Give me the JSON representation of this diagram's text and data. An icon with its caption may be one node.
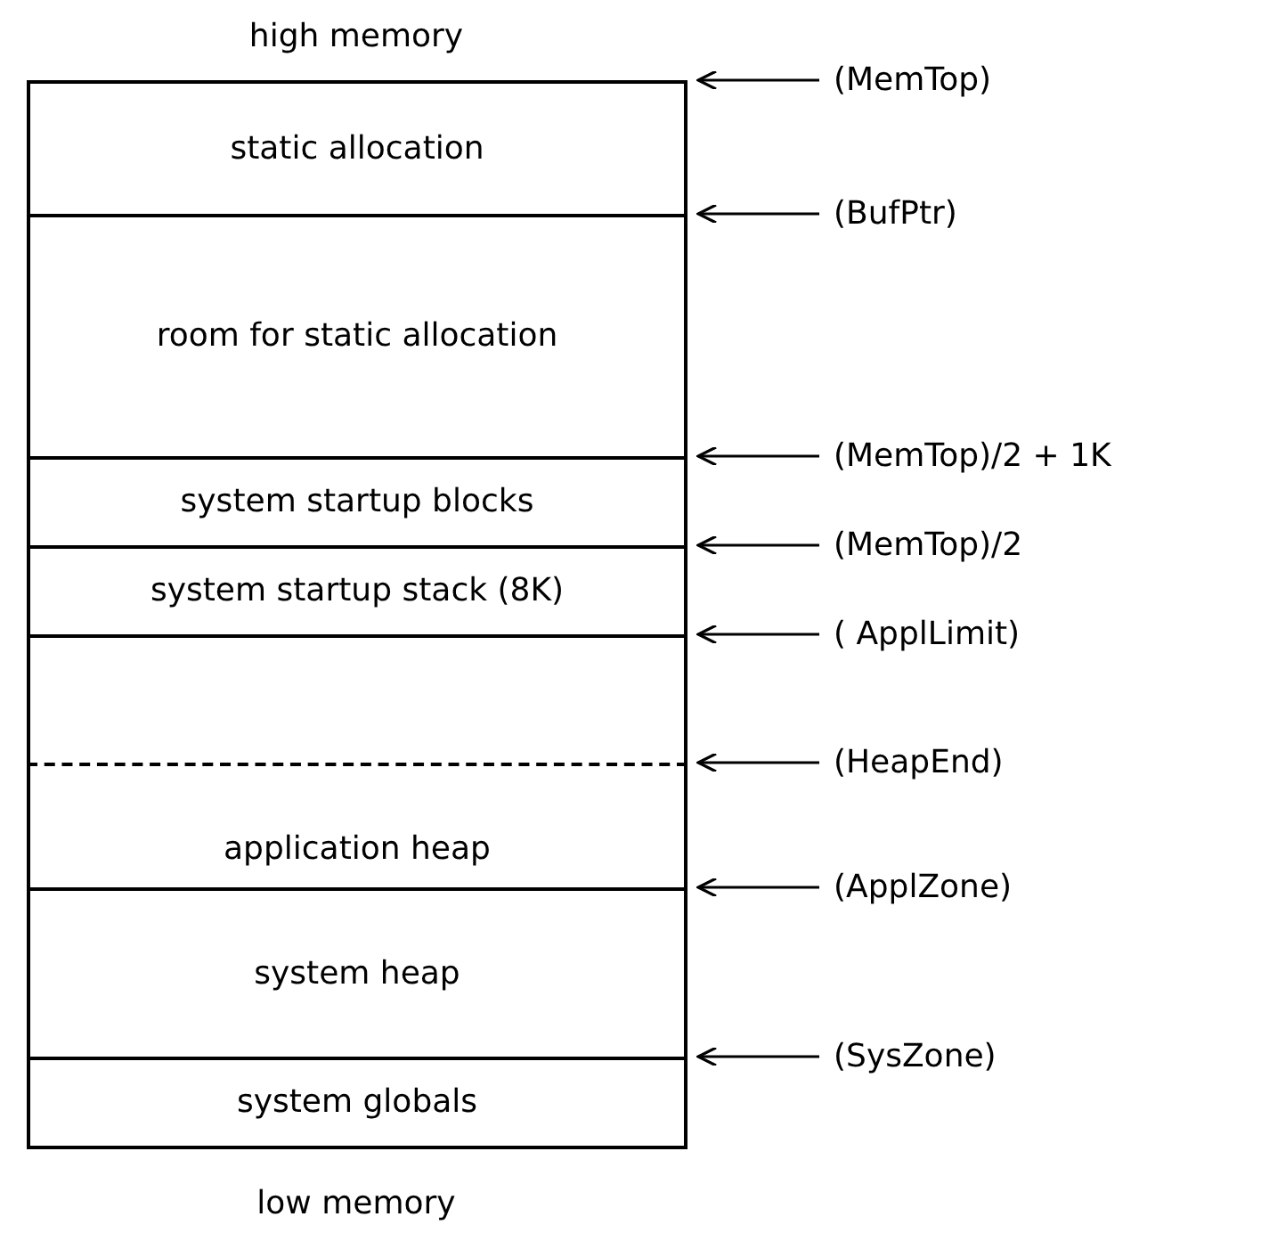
{
  "diagram": {
    "nodes": [
      {
        "text": [
          "static allocation"
        ]
      },
      {
        "text": [
          "room for static allocation"
        ]
      },
      {
        "text": [
          "system startup blocks"
        ]
      },
      {
        "text": [
          "system startup stack (8K)"
        ]
      },
      {
        "text": [],
        "shape": "box"
      },
      {
        "text": [
          "application heap"
        ]
      },
      {
        "text": [
          "system heap"
        ]
      },
      {
        "text": [
          "system globals"
        ]
      },
      {
        "text": [
          "(MemTop)"
        ]
      },
      {
        "text": [
          "(BufPtr)"
        ]
      },
      {
        "text": [
          "(MemTop)/2 + 1K"
        ]
      },
      {
        "text": [
          "(MemTop)/2"
        ]
      },
      {
        "text": [
          "( ApplLimit)"
        ]
      },
      {
        "text": [
          "(HeapEnd)"
        ]
      },
      {
        "text": [
          "(ApplZone)"
        ]
      },
      {
        "text": [
          "(SysZone)"
        ]
      }
    ],
    "edges": [
      {
        "from": 8,
        "to": 0,
        "arrow": "to"
      },
      {
        "from": 9,
        "to": 0,
        "arrow": "to"
      },
      {
        "from": 10,
        "to": 2,
        "arrow": "to"
      },
      {
        "from": 11,
        "to": 2,
        "arrow": "to"
      },
      {
        "from": 12,
        "to": 3,
        "arrow": "to"
      },
      {
        "from": 13,
        "to": 5,
        "arrow": "to"
      },
      {
        "from": 14,
        "to": 5,
        "arrow": "to"
      },
      {
        "from": 15,
        "to": 7,
        "arrow": "to"
      }
    ],
    "labels": [
      "high memory",
      "low memory"
    ]
  }
}
